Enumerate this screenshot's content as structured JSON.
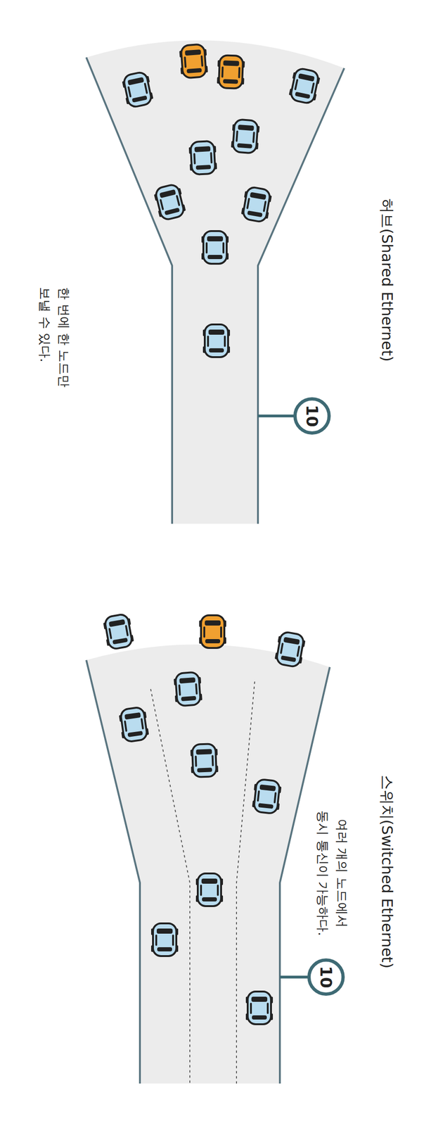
{
  "diagram": {
    "nodes": [
      {
        "text": [
          "10"
        ]
      },
      {
        "text": [
          "10"
        ]
      }
    ],
    "labels": [
      "허브(Shared Ethernet)",
      "한 번에 한 노드만 보낼 수 있다.",
      "스위치(Switched Ethernet)",
      "여러 개의 노드에서 동시 통신이 가능하다."
    ]
  }
}
